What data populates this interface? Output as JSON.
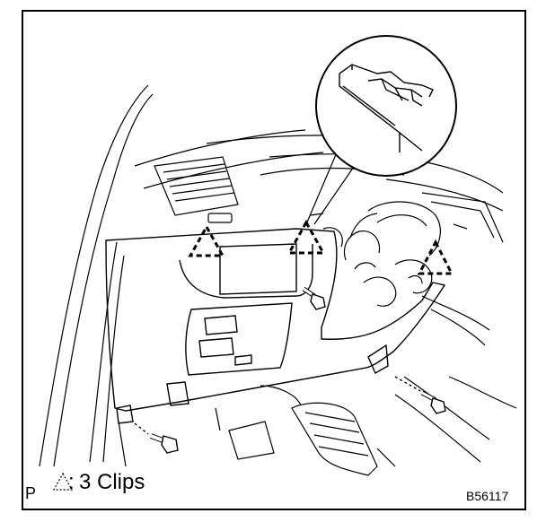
{
  "figure": {
    "corner_letter": "P",
    "legend_symbol_name": "dashed-triangle-icon",
    "legend_separator": ":",
    "legend_text": "3 Clips",
    "figure_code": "B56117"
  },
  "colors": {
    "line": "#000000",
    "background": "#ffffff"
  }
}
